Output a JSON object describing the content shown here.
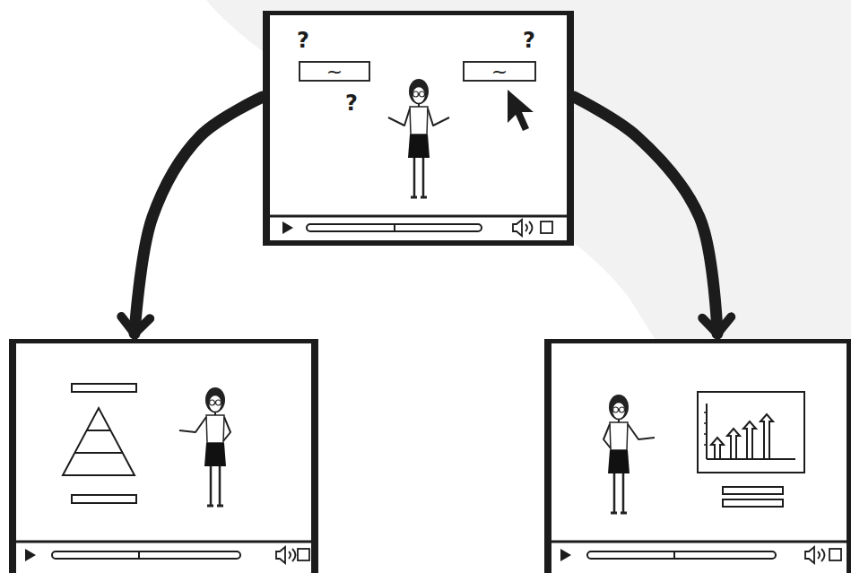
{
  "diagram": {
    "nodes": [
      {
        "text": [
          "?",
          "?",
          "?"
        ]
      },
      {
        "text": [
          "~"
        ],
        "in": 0
      },
      {
        "text": [
          "~"
        ],
        "in": 0
      },
      {
        "text": []
      },
      {
        "text": []
      }
    ],
    "edges": [
      {
        "from": 0,
        "to": 3,
        "arrow": "to"
      },
      {
        "from": 0,
        "to": 4,
        "arrow": "to"
      }
    ]
  }
}
